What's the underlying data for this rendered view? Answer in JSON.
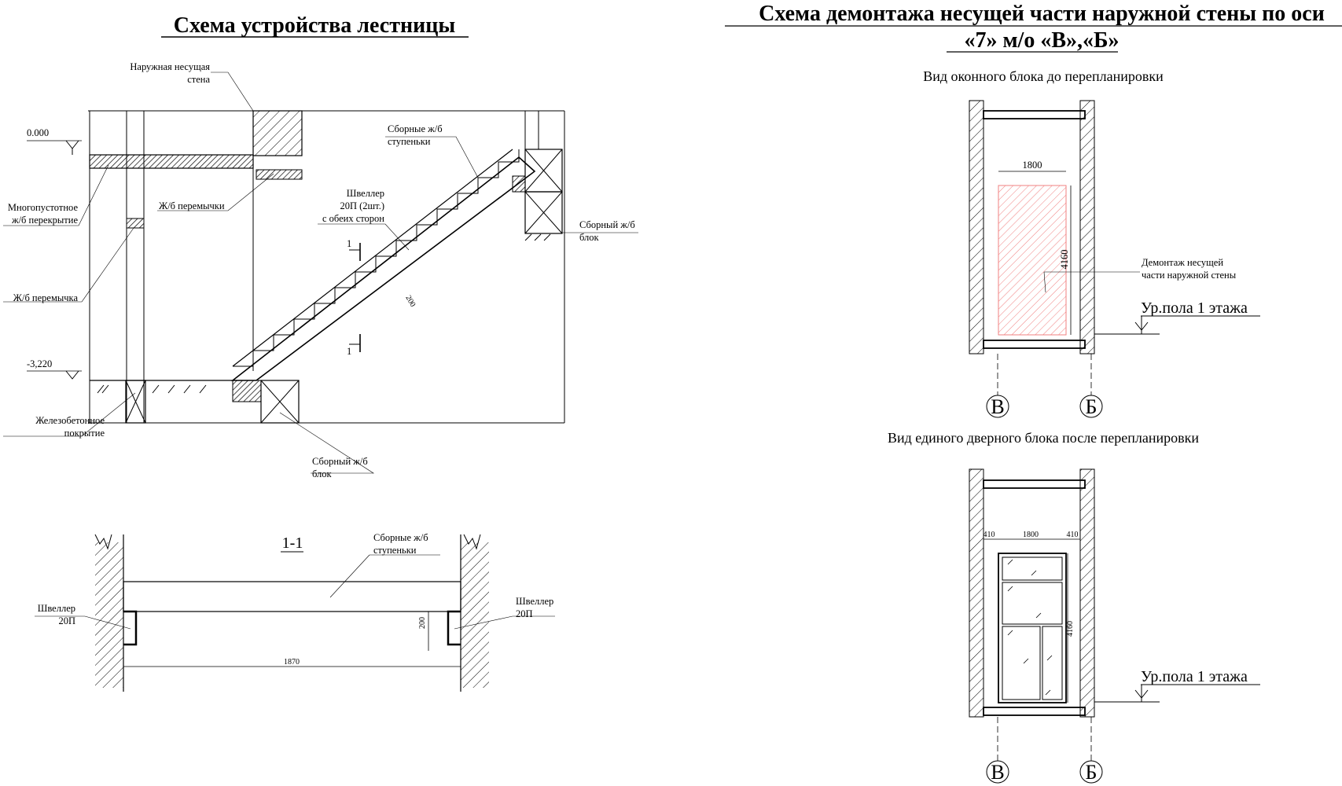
{
  "left": {
    "title": "Схема устройства лестницы",
    "labels": {
      "outer_wall": [
        "Наружная несущая",
        "стена"
      ],
      "level_top": "0.000",
      "level_bottom": "-3,220",
      "hollow_slab": [
        "Многопустотное",
        "ж/б перекрытие"
      ],
      "lintels": "Ж/б перемычки",
      "lintel": "Ж/б перемычка",
      "rc_cover": [
        "Железобетонное",
        "покрытие"
      ],
      "precast_steps": [
        "Сборные ж/б",
        "ступеньки"
      ],
      "channel": [
        "Швеллер",
        "20П (2шт.)",
        "с обеих сторон"
      ],
      "precast_block_right": [
        "Сборный ж/б",
        "блок"
      ],
      "precast_block_bottom": [
        "Сборный ж/б",
        "блок"
      ],
      "dim_200": "200",
      "cut_mark": "1"
    },
    "section": {
      "title": "1-1",
      "steps": [
        "Сборные ж/б",
        "ступеньки"
      ],
      "channel_left": [
        "Швеллер",
        "20П"
      ],
      "channel_right": [
        "Швеллер",
        "20П"
      ],
      "dim_200": "200",
      "dim_1870": "1870"
    }
  },
  "right": {
    "title_line1": "Схема демонтажа несущей части наружной стены по оси",
    "title_line2": "«7» м/о «В»,«Б»",
    "view1": {
      "title": "Вид оконного блока до перепланировки",
      "dim_w": "1800",
      "dim_h": "4160",
      "demolition": [
        "Демонтаж несущей",
        "части наружной стены"
      ],
      "floor_level": "Ур.пола 1 этажа",
      "axis_left": "В",
      "axis_right": "Б"
    },
    "view2": {
      "title": "Вид единого дверного блока после перепланировки",
      "dim_left": "410",
      "dim_mid": "1800",
      "dim_right": "410",
      "dim_h": "4160",
      "floor_level": "Ур.пола 1 этажа",
      "axis_left": "В",
      "axis_right": "Б"
    }
  },
  "colors": {
    "line": "#000000",
    "demolition_hatch": "#f08080",
    "demolition_fill": "#fde8e8"
  }
}
